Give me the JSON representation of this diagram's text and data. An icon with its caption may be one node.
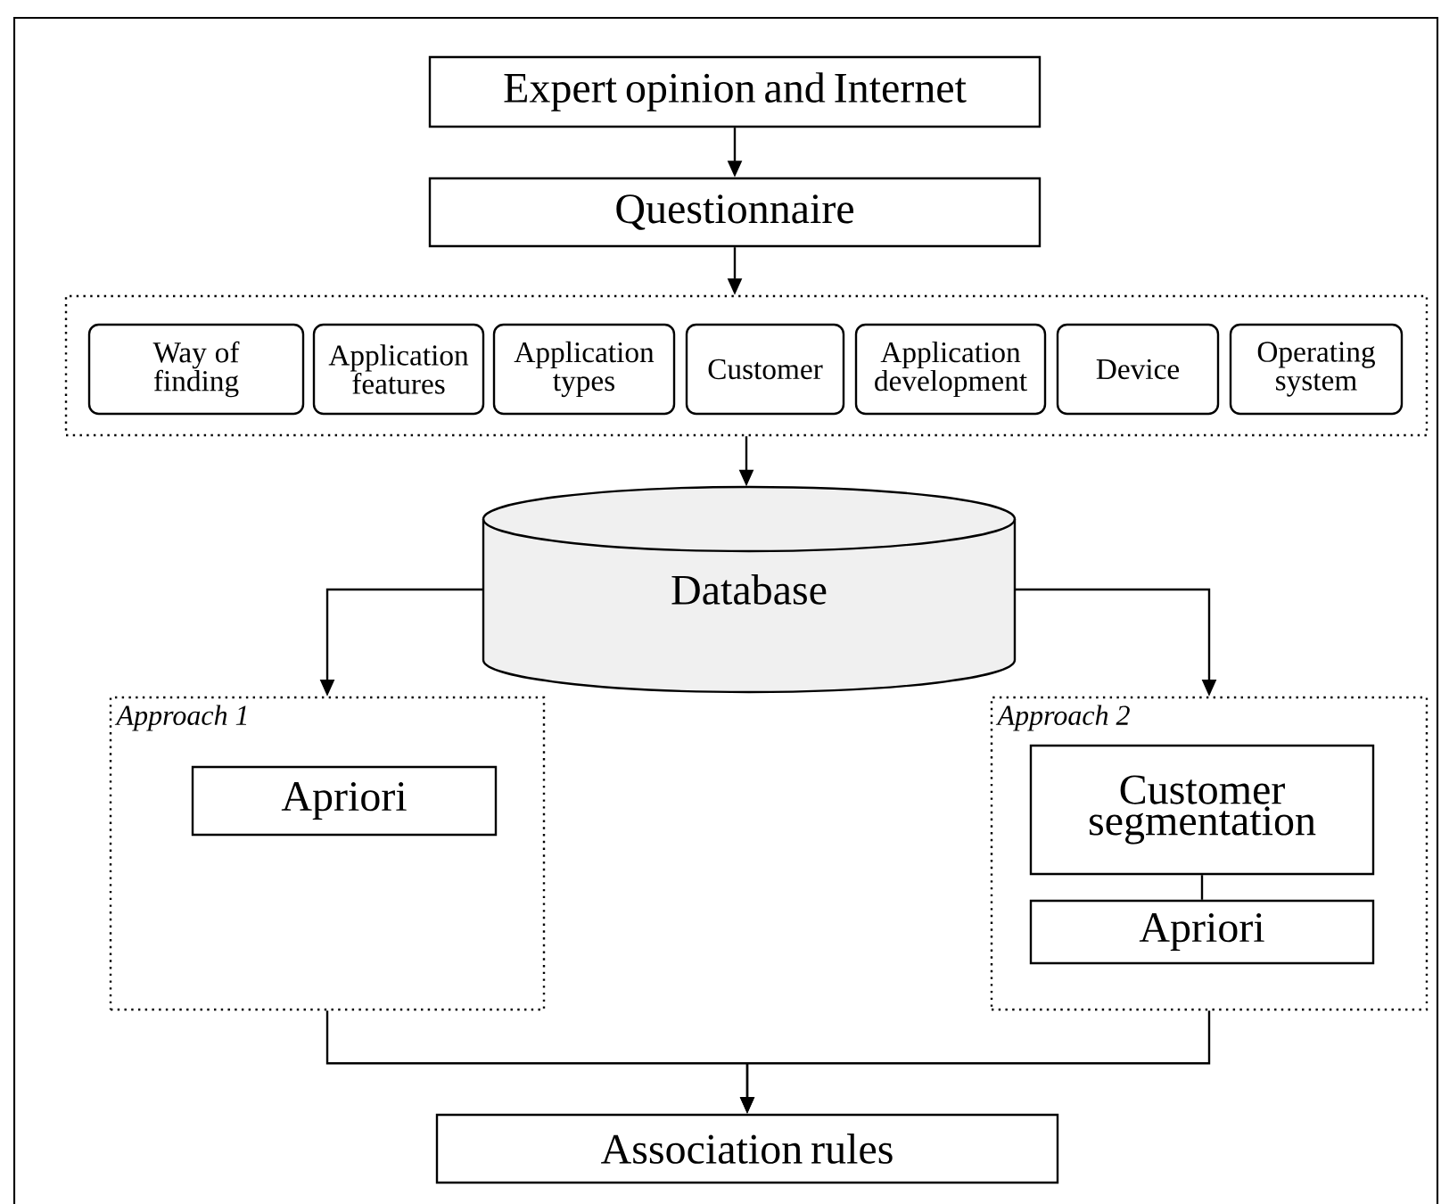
{
  "diagram": {
    "nodes": [
      {
        "text": [
          "Expert opinion and Internet"
        ]
      },
      {
        "text": [
          "Questionnaire"
        ]
      },
      {
        "text": [],
        "shape": "box"
      },
      {
        "text": [
          "Way of finding"
        ],
        "in": 2
      },
      {
        "text": [
          "Application features"
        ],
        "in": 2
      },
      {
        "text": [
          "Application types"
        ],
        "in": 2
      },
      {
        "text": [
          "Customer"
        ],
        "in": 2
      },
      {
        "text": [
          "Application development"
        ],
        "in": 2
      },
      {
        "text": [
          "Device"
        ],
        "in": 2
      },
      {
        "text": [
          "Operating system"
        ],
        "in": 2
      },
      {
        "text": [
          "Database"
        ]
      },
      {
        "text": [
          "Approach 1"
        ]
      },
      {
        "text": [
          "Apriori"
        ],
        "in": 11
      },
      {
        "text": [
          "Approach 2"
        ]
      },
      {
        "text": [
          "Customer segmentation"
        ],
        "in": 13
      },
      {
        "text": [
          "Apriori"
        ],
        "in": 13
      },
      {
        "text": [
          "Association rules"
        ]
      }
    ],
    "edges": [
      {
        "from": 0,
        "to": 1,
        "arrow": "to"
      },
      {
        "from": 1,
        "to": 2,
        "arrow": "to"
      },
      {
        "from": 2,
        "to": 10,
        "arrow": "to"
      },
      {
        "from": 10,
        "to": 11,
        "arrow": "to"
      },
      {
        "from": 10,
        "to": 13,
        "arrow": "to"
      },
      {
        "from": 14,
        "to": 15,
        "arrow": "none"
      },
      {
        "from": 11,
        "to": 16,
        "arrow": "to"
      },
      {
        "from": 13,
        "to": 16,
        "arrow": "to"
      }
    ]
  }
}
